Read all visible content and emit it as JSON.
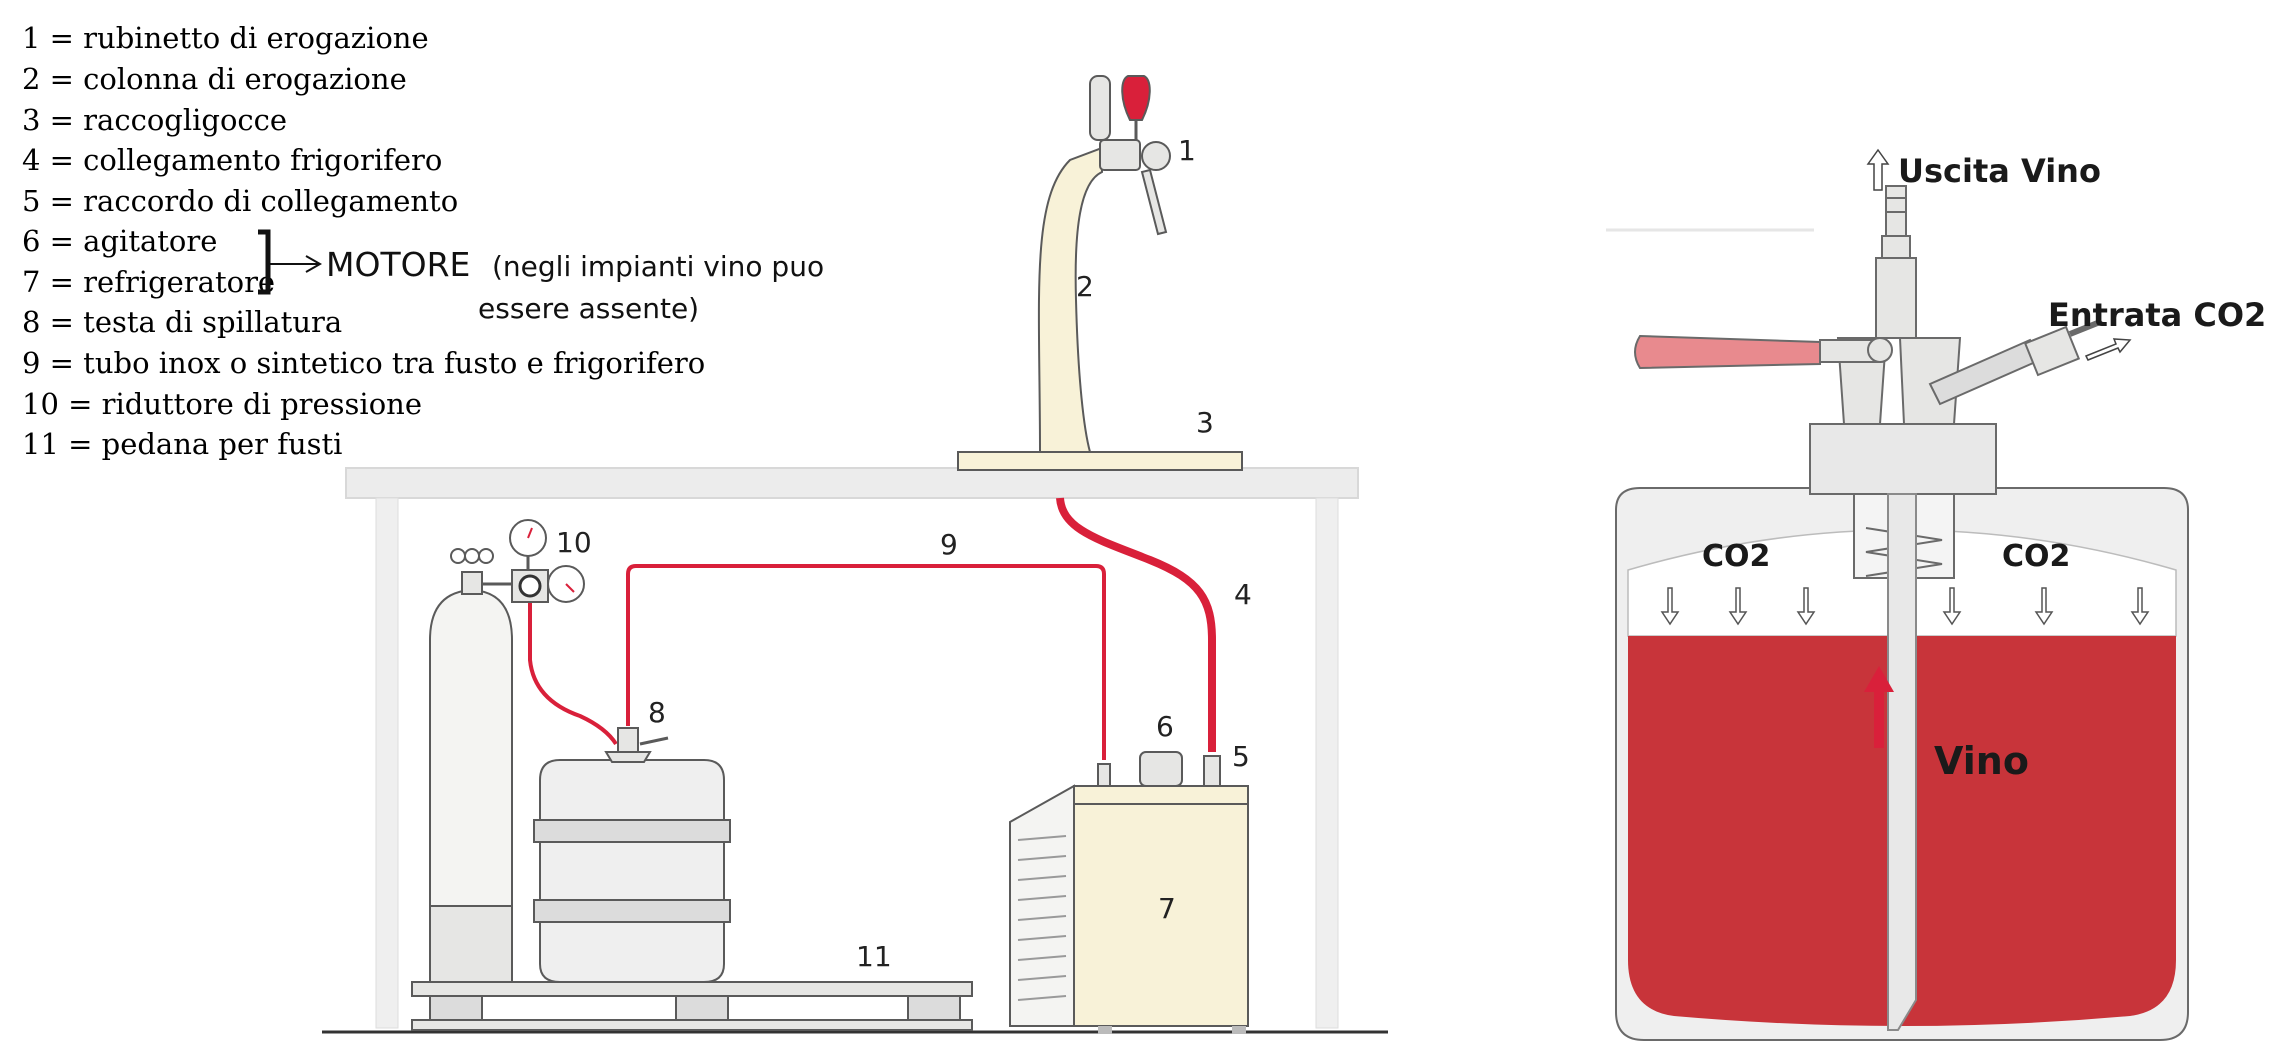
{
  "legend": [
    "1 = rubinetto di erogazione",
    "2 = colonna di erogazione",
    "3 = raccogligocce",
    "4 = collegamento frigorifero",
    "5 = raccordo di collegamento",
    "6 = agitatore",
    "7 = refrigeratore",
    "8 = testa di spillatura",
    "9 = tubo inox o sintetico tra fusto e frigorifero",
    "10 = riduttore di pressione",
    "11 = pedana per fusti"
  ],
  "motore": {
    "title": "MOTORE",
    "note_line1": "(negli impianti vino puo",
    "note_line2": "essere assente)"
  },
  "callouts": [
    "1",
    "2",
    "3",
    "4",
    "5",
    "6",
    "7",
    "8",
    "9",
    "10",
    "11"
  ],
  "keg_diagram": {
    "outlet_label": "Uscita Vino",
    "inlet_label": "Entrata CO2",
    "gas_left": "CO2",
    "gas_right": "CO2",
    "liquid_label": "Vino"
  },
  "colors": {
    "wine": "#c8343a",
    "line_red": "#d9203a",
    "cream": "#f8f2d8",
    "steel": "#e6e6e4",
    "outline": "#5a5a5a"
  }
}
